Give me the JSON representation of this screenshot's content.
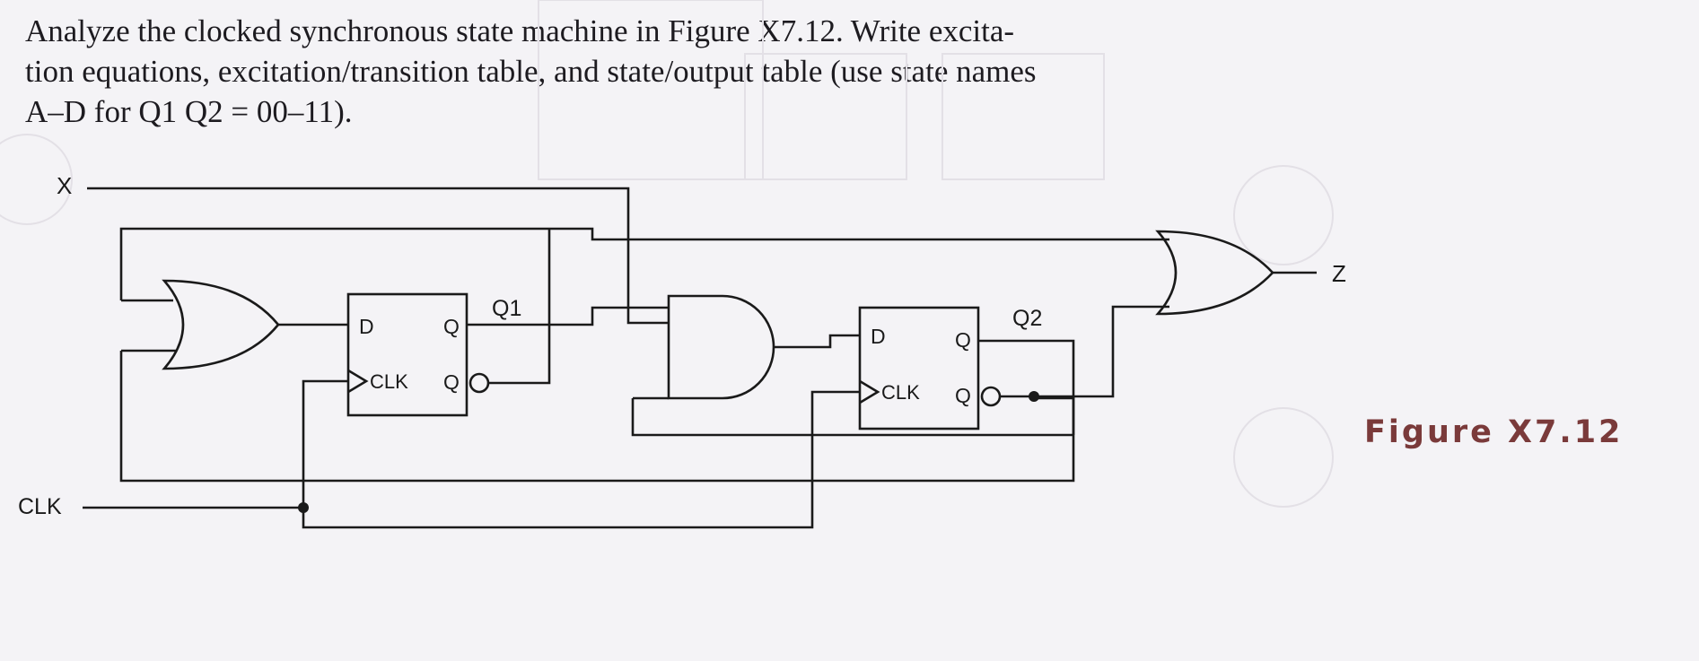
{
  "problem": {
    "lines": [
      "Analyze the clocked synchronous state machine in Figure X7.12. Write excita-",
      "tion equations, excitation/transition table, and state/output table (use state names",
      "A–D for Q1 Q2 = 00–11)."
    ]
  },
  "signals": {
    "input_x": "X",
    "clock": "CLK",
    "output_z": "Z"
  },
  "flipflop_1": {
    "name": "Q1",
    "d_pin": "D",
    "q_pin": "Q",
    "clk_pin": "CLK",
    "qbar_pin": "Q"
  },
  "flipflop_2": {
    "name": "Q2",
    "d_pin": "D",
    "q_pin": "Q",
    "clk_pin": "CLK",
    "qbar_pin": "Q"
  },
  "figure_caption": "Figure X7.12",
  "colors": {
    "ink": "#1a1a1a",
    "caption": "#7a3a3a",
    "paper": "#f4f3f6"
  }
}
